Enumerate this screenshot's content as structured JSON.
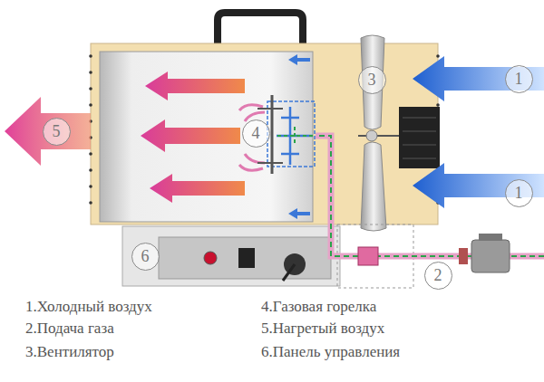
{
  "diagram": {
    "nodes": [
      {
        "text": [
          "1"
        ]
      },
      {
        "text": [
          "1"
        ]
      },
      {
        "text": [
          "3"
        ]
      },
      {
        "text": [
          "4"
        ]
      },
      {
        "text": [
          "5"
        ]
      },
      {
        "text": [
          "6"
        ]
      },
      {
        "text": [
          "2"
        ]
      }
    ],
    "labels": [
      "1.Холодный воздух",
      "2.Подача газа",
      "3.Вентилятор",
      "4.Газовая горелка",
      "5.Нагретый воздух",
      "6.Панель управления"
    ]
  }
}
